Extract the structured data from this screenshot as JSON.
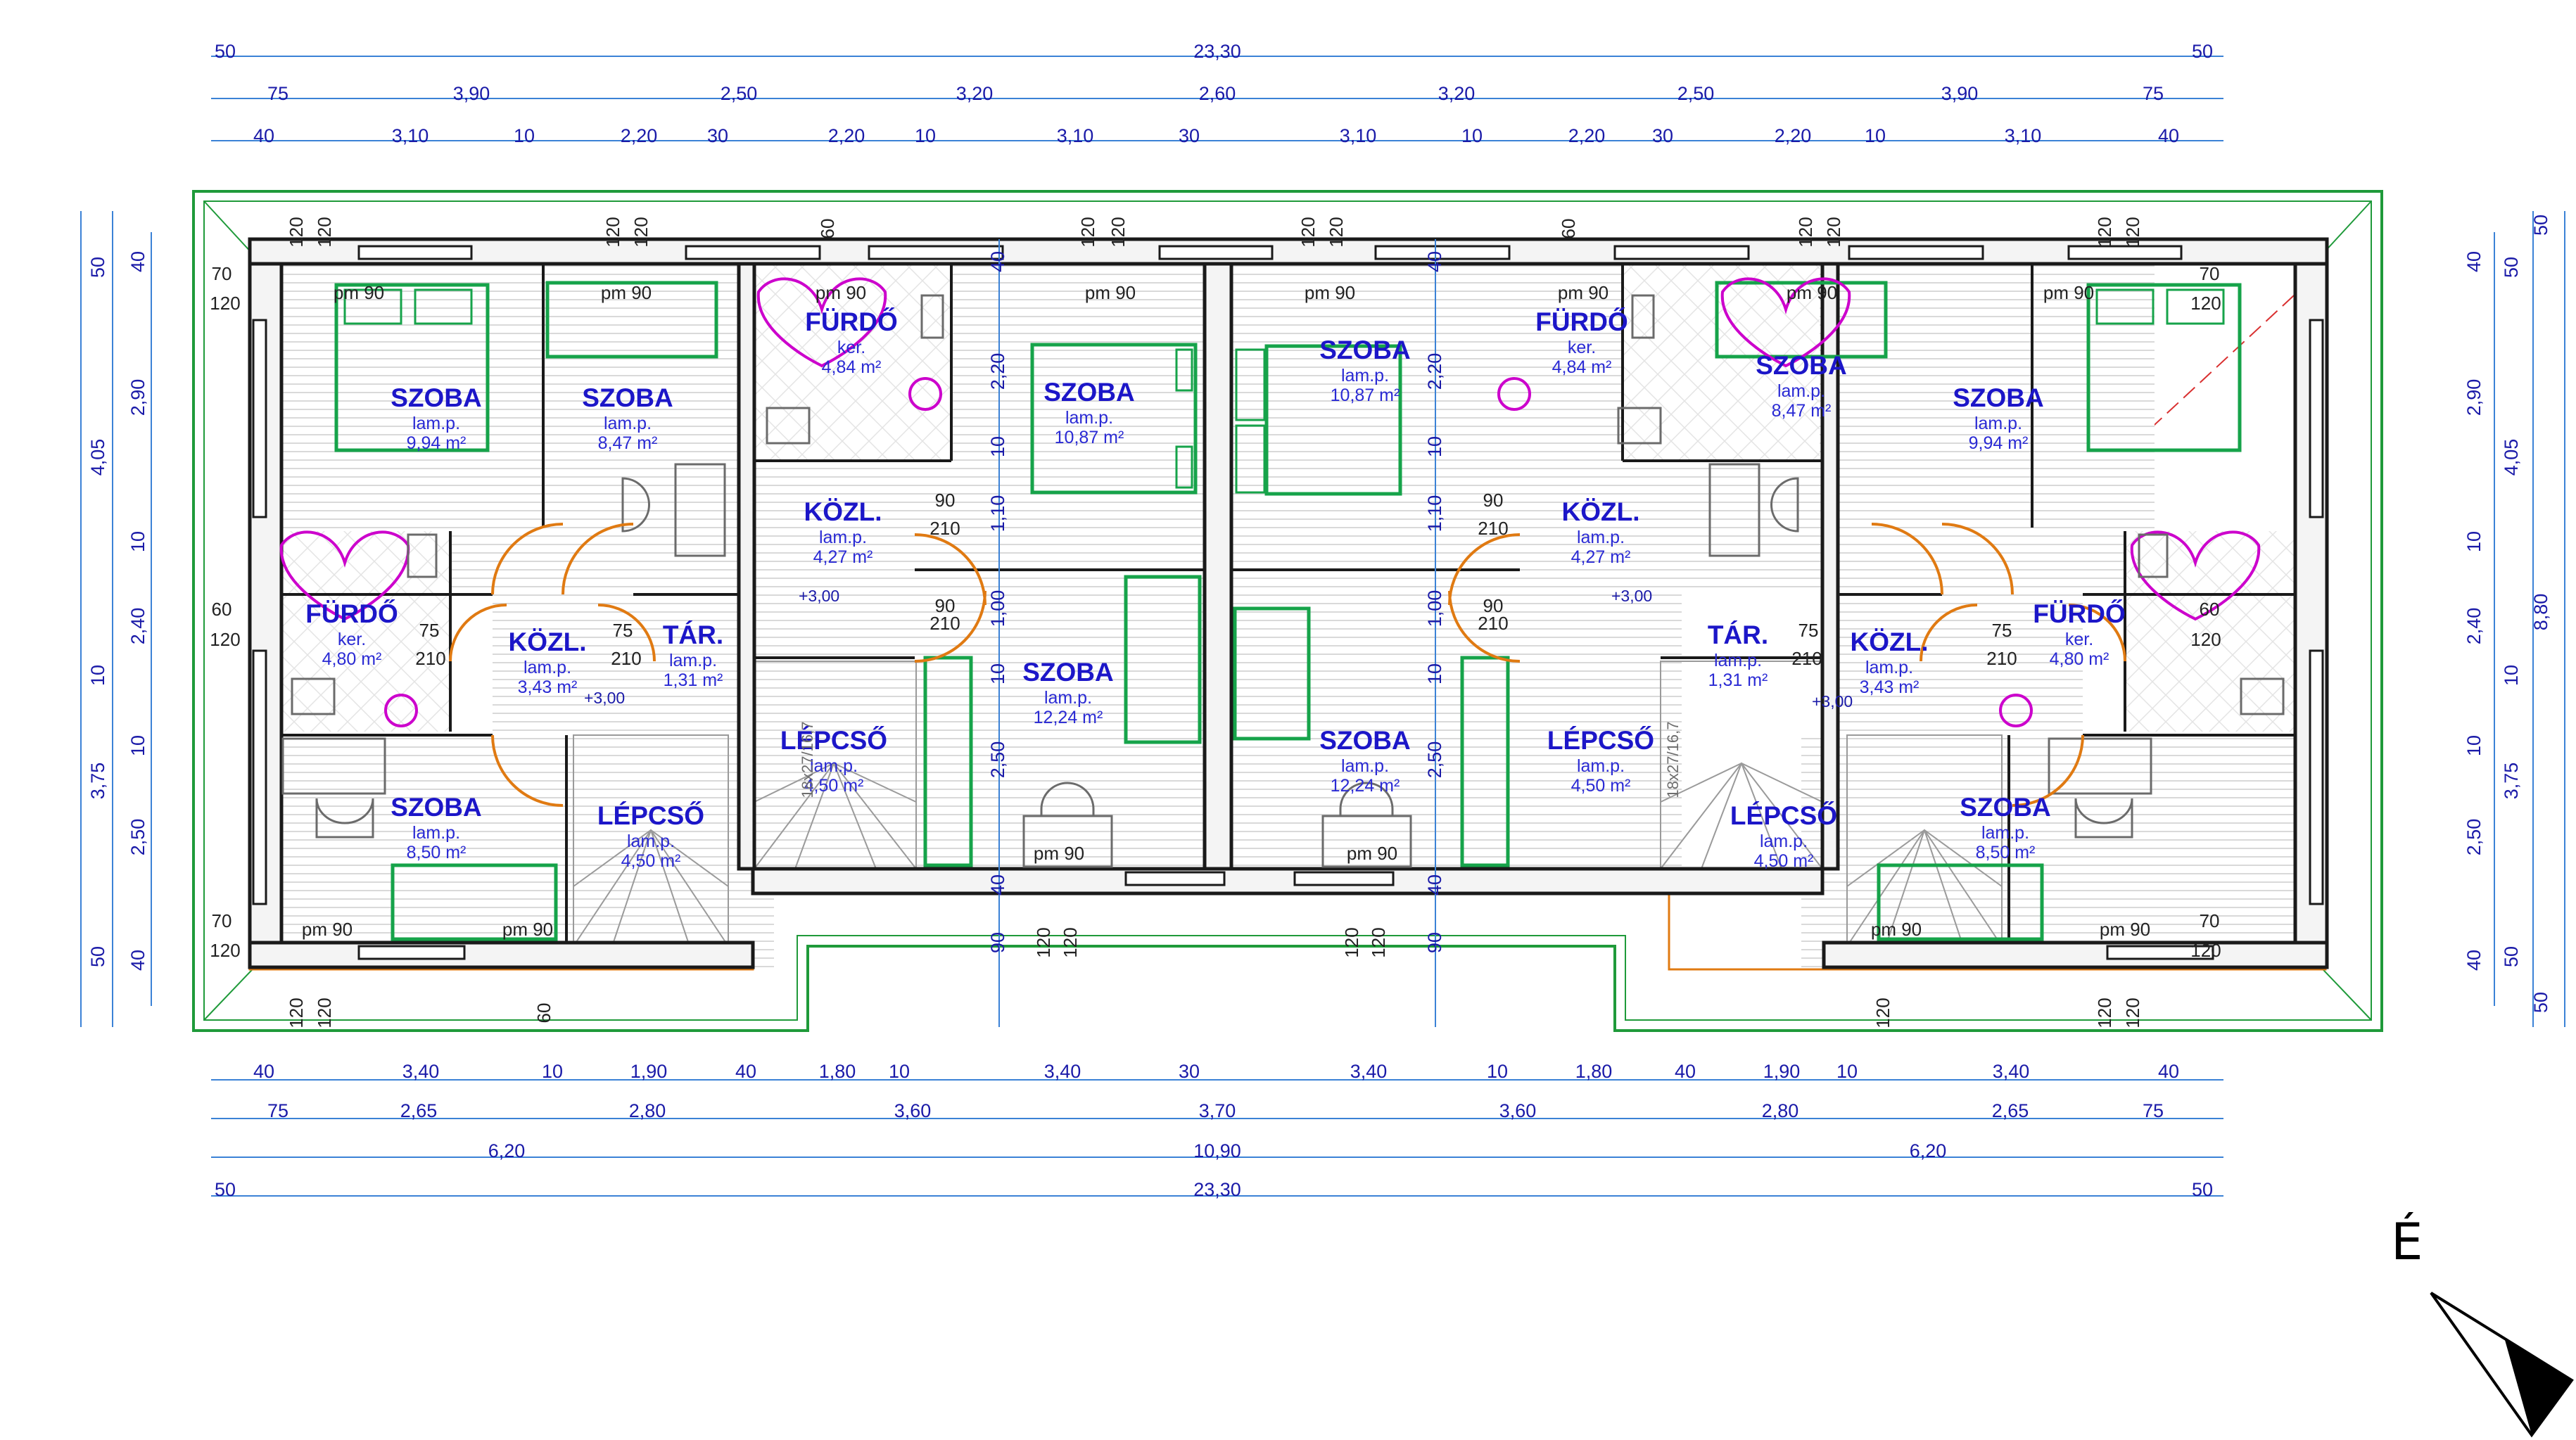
{
  "drawing": {
    "north_label": "É",
    "colors": {
      "wall": "#2a2a2a",
      "furniture": "#16a34a",
      "bath": "#cc00cc",
      "door": "#e07a12",
      "dimension": "#3b82d6",
      "room_text": "#1c16c8"
    }
  },
  "rooms": [
    {
      "name": "SZOBA",
      "floor": "lam.p.",
      "area": "9,94 m²"
    },
    {
      "name": "SZOBA",
      "floor": "lam.p.",
      "area": "8,47 m²"
    },
    {
      "name": "FÜRDŐ",
      "floor": "ker.",
      "area": "4,84 m²"
    },
    {
      "name": "SZOBA",
      "floor": "lam.p.",
      "area": "10,87 m²"
    },
    {
      "name": "SZOBA",
      "floor": "lam.p.",
      "area": "10,87 m²"
    },
    {
      "name": "FÜRDŐ",
      "floor": "ker.",
      "area": "4,84 m²"
    },
    {
      "name": "SZOBA",
      "floor": "lam.p.",
      "area": "8,47 m²"
    },
    {
      "name": "SZOBA",
      "floor": "lam.p.",
      "area": "9,94 m²"
    },
    {
      "name": "FÜRDŐ",
      "floor": "ker.",
      "area": "4,80 m²"
    },
    {
      "name": "KÖZL.",
      "floor": "lam.p.",
      "area": "3,43 m²"
    },
    {
      "name": "TÁR.",
      "floor": "lam.p.",
      "area": "1,31 m²"
    },
    {
      "name": "KÖZL.",
      "floor": "lam.p.",
      "area": "4,27 m²"
    },
    {
      "name": "KÖZL.",
      "floor": "lam.p.",
      "area": "4,27 m²"
    },
    {
      "name": "TÁR.",
      "floor": "lam.p.",
      "area": "1,31 m²"
    },
    {
      "name": "KÖZL.",
      "floor": "lam.p.",
      "area": "3,43 m²"
    },
    {
      "name": "FÜRDŐ",
      "floor": "ker.",
      "area": "4,80 m²"
    },
    {
      "name": "SZOBA",
      "floor": "lam.p.",
      "area": "12,24 m²"
    },
    {
      "name": "SZOBA",
      "floor": "lam.p.",
      "area": "12,24 m²"
    },
    {
      "name": "LÉPCSŐ",
      "floor": "lam.p.",
      "area": "4,50 m²"
    },
    {
      "name": "LÉPCSŐ",
      "floor": "lam.p.",
      "area": "4,50 m²"
    },
    {
      "name": "SZOBA",
      "floor": "lam.p.",
      "area": "8,50 m²"
    },
    {
      "name": "LÉPCSŐ",
      "floor": "lam.p.",
      "area": "4,50 m²"
    },
    {
      "name": "LÉPCSŐ",
      "floor": "lam.p.",
      "area": "4,50 m²"
    },
    {
      "name": "SZOBA",
      "floor": "lam.p.",
      "area": "8,50 m²"
    }
  ],
  "dimensions": {
    "top_total": [
      "50",
      "23,30",
      "50"
    ],
    "top_row2": [
      "75",
      "3,90",
      "2,50",
      "3,20",
      "2,60",
      "3,20",
      "2,50",
      "3,90",
      "75"
    ],
    "top_row3": [
      "40",
      "3,10",
      "10",
      "2,20",
      "30",
      "2,20",
      "10",
      "3,10",
      "30",
      "3,10",
      "10",
      "2,20",
      "30",
      "2,20",
      "10",
      "3,10",
      "40"
    ],
    "bottom_row1": [
      "40",
      "3,40",
      "10",
      "1,90",
      "40",
      "1,80",
      "10",
      "3,40",
      "30",
      "3,40",
      "10",
      "1,80",
      "40",
      "1,90",
      "10",
      "3,40",
      "40"
    ],
    "bottom_row2": [
      "75",
      "2,65",
      "2,80",
      "3,60",
      "3,70",
      "3,60",
      "2,80",
      "2,65",
      "75"
    ],
    "bottom_row3": [
      "6,20",
      "10,90",
      "6,20"
    ],
    "bottom_total": [
      "50",
      "23,30",
      "50"
    ],
    "side_outer": [
      "50",
      "8,80",
      "50"
    ],
    "side_mid": [
      "50",
      "4,05",
      "10",
      "3,75",
      "50"
    ],
    "side_inner": [
      "40",
      "2,90",
      "10",
      "2,40",
      "10",
      "2,50",
      "40"
    ],
    "center_inner": [
      "40",
      "2,20",
      "10",
      "1,10",
      "1,00",
      "10",
      "2,50",
      "40",
      "90"
    ]
  },
  "openings": {
    "window_heights": [
      "120",
      "60"
    ],
    "parapet_labels": [
      "pm 90"
    ],
    "door_sizes": [
      "90",
      "210",
      "75"
    ],
    "stair_spec": "18x27/16,7",
    "level": "+3,00",
    "wall_side_labels": [
      "70",
      "120",
      "60",
      "120",
      "70",
      "120"
    ]
  }
}
